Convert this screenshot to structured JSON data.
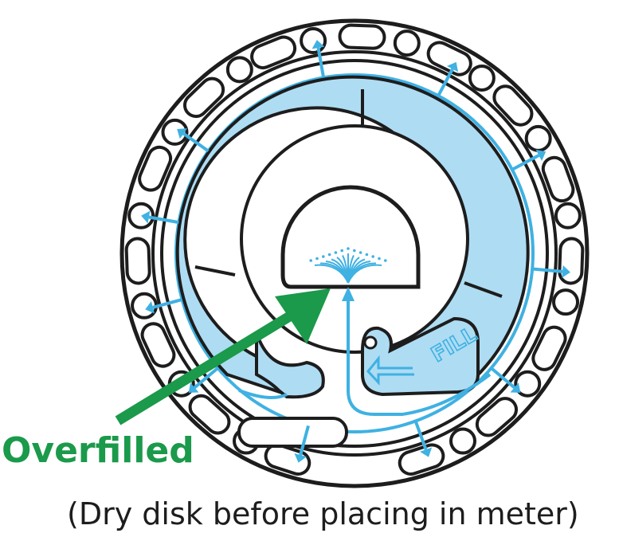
{
  "callout": {
    "label": "Overfilled",
    "color": "#1a9a4a"
  },
  "caption": "(Dry disk before placing in meter)",
  "disk": {
    "fill_label": "FILL"
  },
  "colors": {
    "outline": "#1d1d1d",
    "water_fill": "#aedcf3",
    "water_line": "#3fb1e2",
    "arrow_green": "#1a9a4a"
  }
}
